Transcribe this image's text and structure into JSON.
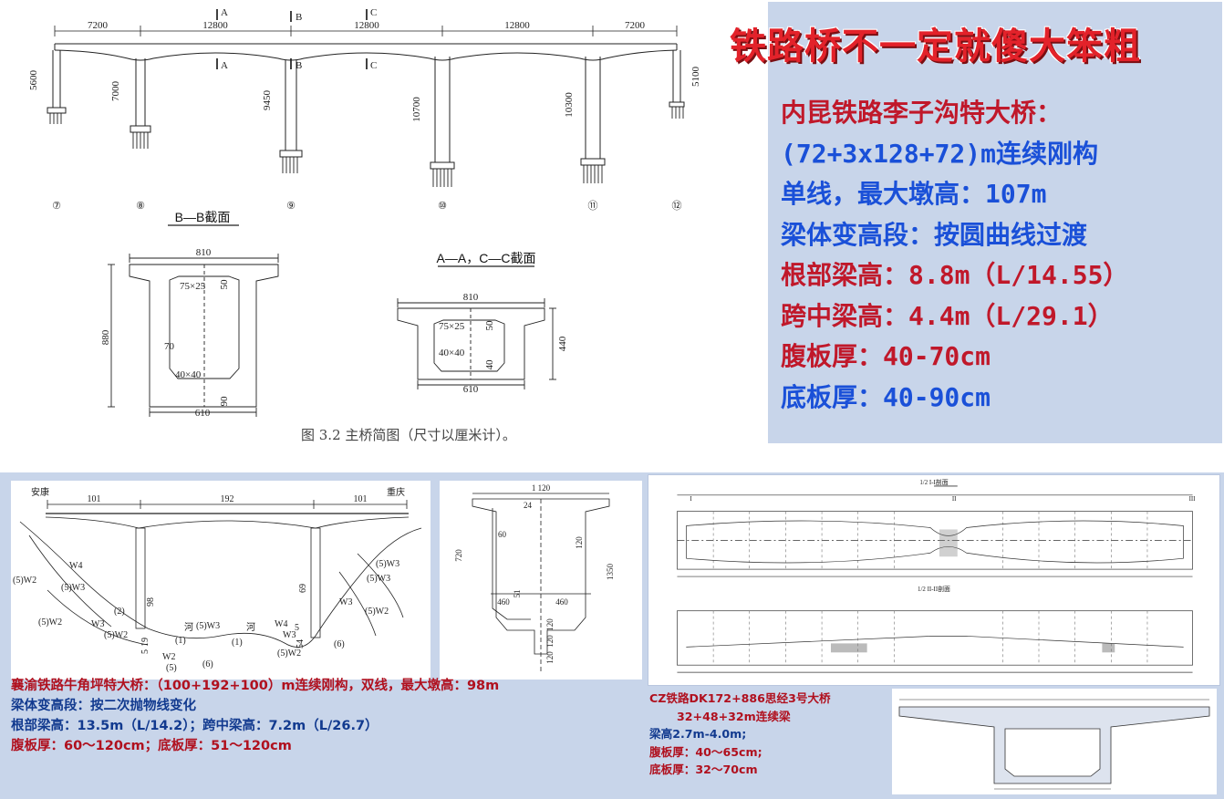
{
  "title": "铁路桥不一定就傻大笨粗",
  "info_lines": [
    {
      "text": "内昆铁路李子沟特大桥：",
      "color": "red"
    },
    {
      "text": "(72+3x128+72)m连续刚构",
      "color": "blue"
    },
    {
      "text": "单线，最大墩高：107m",
      "color": "blue"
    },
    {
      "text": "梁体变高段：按圆曲线过渡",
      "color": "blue"
    },
    {
      "text": "根部梁高：8.8m（L/14.55）",
      "color": "red"
    },
    {
      "text": "跨中梁高：4.4m（L/29.1）",
      "color": "red"
    },
    {
      "text": "腹板厚：40-70cm",
      "color": "red"
    },
    {
      "text": "底板厚：40-90cm",
      "color": "blue"
    }
  ],
  "top_drawing": {
    "span_dims": [
      "7200",
      "12800",
      "12800",
      "12800",
      "7200"
    ],
    "pier_heights": [
      "5600",
      "7000",
      "9450",
      "10700",
      "10300",
      "5100"
    ],
    "pier_numbers": [
      "⑦",
      "⑧",
      "⑨",
      "⑩",
      "⑪",
      "⑫"
    ],
    "cut_marks": [
      "A",
      "B",
      "C"
    ],
    "section_bb": {
      "title": "B—B截面",
      "top_width": "810",
      "bottom_width": "610",
      "height": "880",
      "haunch_top": "75×25",
      "haunch_bottom": "40×40",
      "top_slab": "50",
      "web": "70",
      "bottom_slab": "90"
    },
    "section_ac": {
      "title": "A—A，C—C截面",
      "top_width": "810",
      "bottom_width": "610",
      "height": "440",
      "haunch_top": "75×25",
      "haunch_bottom": "40×40",
      "top_slab": "50",
      "bottom_slab": "40"
    },
    "caption": "图 3.2  主桥简图（尺寸以厘米计）。"
  },
  "bottom_left": {
    "line1": "襄渝铁路牛角坪特大桥：（100+192+100）m连续刚构，双线，最大墩高：98m",
    "line2": "梁体变高段：按二次抛物线变化",
    "line3": "根部梁高：13.5m（L/14.2）；跨中梁高：7.2m（L/26.7）",
    "line4": "腹板厚：60～120cm；底板厚：51～120cm",
    "elevation": {
      "left_city": "安康",
      "right_city": "重庆",
      "spans": [
        "101",
        "192",
        "101"
      ],
      "pier_heights": [
        "98",
        "69"
      ],
      "strata": [
        "(5)W2",
        "W4",
        "(5)W3",
        "(2)",
        "(5)W2",
        "W3",
        "(5)W2",
        "(1)",
        "河",
        "(5)W3",
        "河",
        "(1)",
        "W2",
        "(5)",
        "(6)",
        "W4",
        "W3",
        "(5)W2",
        "(5)W3",
        "W3",
        "(6)",
        "(5)W2",
        "(5)W3",
        "5",
        "54",
        "19",
        "5"
      ]
    },
    "section": {
      "top_width": "1 120",
      "top_slab": "24",
      "web": "60",
      "height_mid": "720",
      "haunch": "120",
      "height_root": "1350",
      "bottom_slab": "51",
      "half_widths": [
        "460",
        "460"
      ],
      "bottom_dims": [
        "120",
        "120",
        "120"
      ]
    }
  },
  "bottom_mid": {
    "line1": "CZ铁路DK172+886思经3号大桥",
    "line2": "32+48+32m连续梁",
    "line3": "梁高2.7m-4.0m;",
    "line4": "腹板厚：40～65cm;",
    "line5": "底板厚：32～70cm"
  },
  "bottom_right": {
    "plan_title_top": "1/2 I-I剖面",
    "plan_title_bottom": "1/2 II-II剖面",
    "marks": [
      "I",
      "II",
      "III"
    ]
  }
}
